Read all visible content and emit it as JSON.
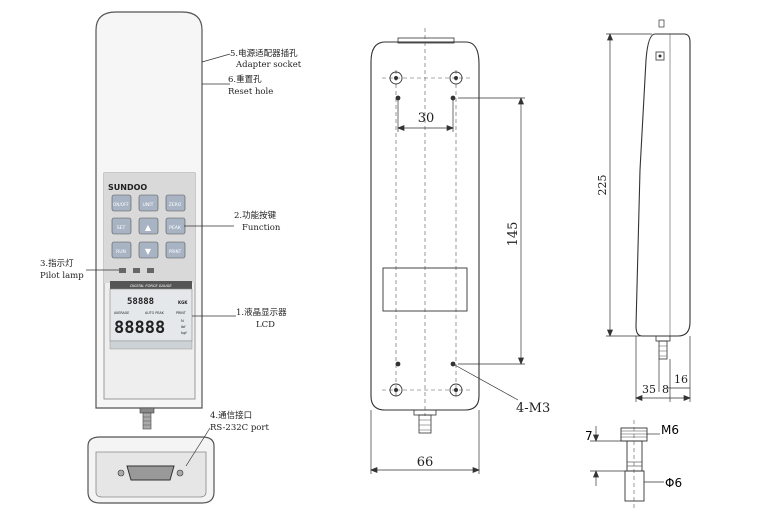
{
  "brand": "SUNDOO",
  "keys": {
    "row1": [
      "ON/OFF",
      "UNIT",
      "ZERO"
    ],
    "row2": [
      "SET",
      "▲",
      "PEAK"
    ],
    "row3": [
      "RUN",
      "▼",
      "PRINT"
    ]
  },
  "lcd": {
    "header": "DIGITAL FORCE GAUGE",
    "top_digits": "58888",
    "unit_small": "KGK",
    "big_digits": "88888",
    "labels": [
      "AVERAGE",
      "AUTO PEAK",
      "PRINT"
    ],
    "side_units": [
      "N",
      "lbf",
      "kgf"
    ]
  },
  "callouts": {
    "adapter_cn": "5.电源适配器插孔",
    "adapter_en": "Adapter socket",
    "reset_cn": "6.重置孔",
    "reset_en": "Reset hole",
    "function_cn": "2.功能按键",
    "function_en": "Function",
    "pilot_cn": "3.指示灯",
    "pilot_en": "Pilot lamp",
    "lcd_cn": "1.液晶显示器",
    "lcd_en": "LCD",
    "port_cn": "4.通信接口",
    "port_en": "RS-232C port"
  },
  "dimensions": {
    "hole_spacing": "30",
    "hole_vertical": "145",
    "thread": "4-M3",
    "width": "66",
    "height": "225",
    "depth_a": "35",
    "depth_b": "8",
    "depth_c": "16",
    "shaft_len": "7",
    "shaft_thread": "M6",
    "shaft_dia": "Φ6"
  }
}
